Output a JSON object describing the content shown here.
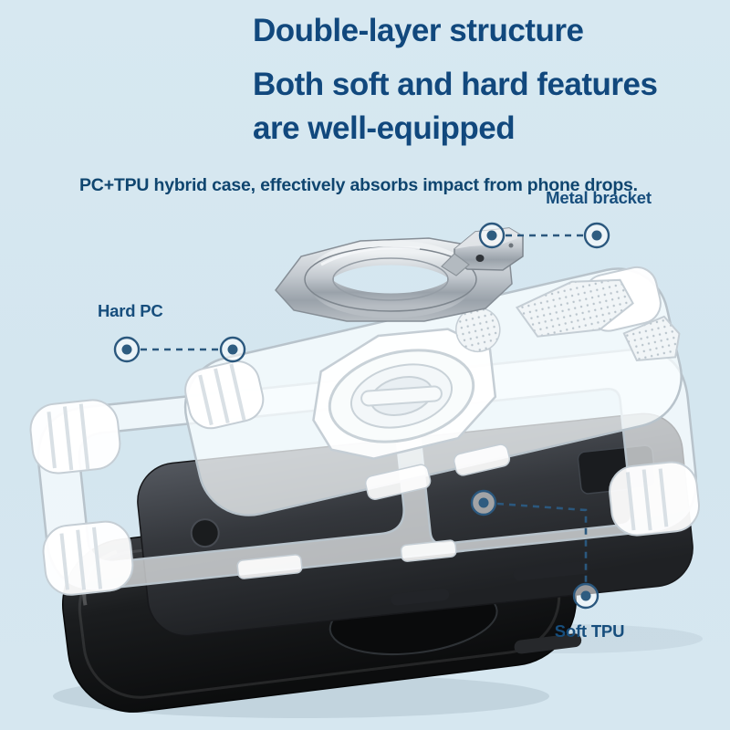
{
  "page": {
    "background": "#d4e6ef"
  },
  "heading": {
    "title": "Double-layer structure",
    "subtitle_line1": "Both soft and hard features",
    "subtitle_line2": "are well-equipped",
    "description": "PC+TPU hybrid case, effectively absorbs impact from phone drops."
  },
  "annotations": {
    "metal_bracket": "Metal bracket",
    "hard_pc": "Hard PC",
    "soft_tpu": "Soft TPU"
  },
  "colors": {
    "background": "#d4e6ef",
    "heading_text": "#11487d",
    "annotation_text": "#174e7d",
    "callout_line": "#2b587e",
    "callout_dot": "#2e5c80",
    "metal": "#b9bfc6",
    "clear_shell": "#f4f8fa",
    "soft_tpu_dark": "#33373c",
    "outer_case_black": "#141517"
  },
  "illustration": {
    "parts": [
      {
        "name": "metal-ring-bracket"
      },
      {
        "name": "hard-pc-back-shell"
      },
      {
        "name": "hard-pc-front-frame"
      },
      {
        "name": "soft-tpu-liner"
      },
      {
        "name": "soft-tpu-outer-case"
      }
    ]
  }
}
